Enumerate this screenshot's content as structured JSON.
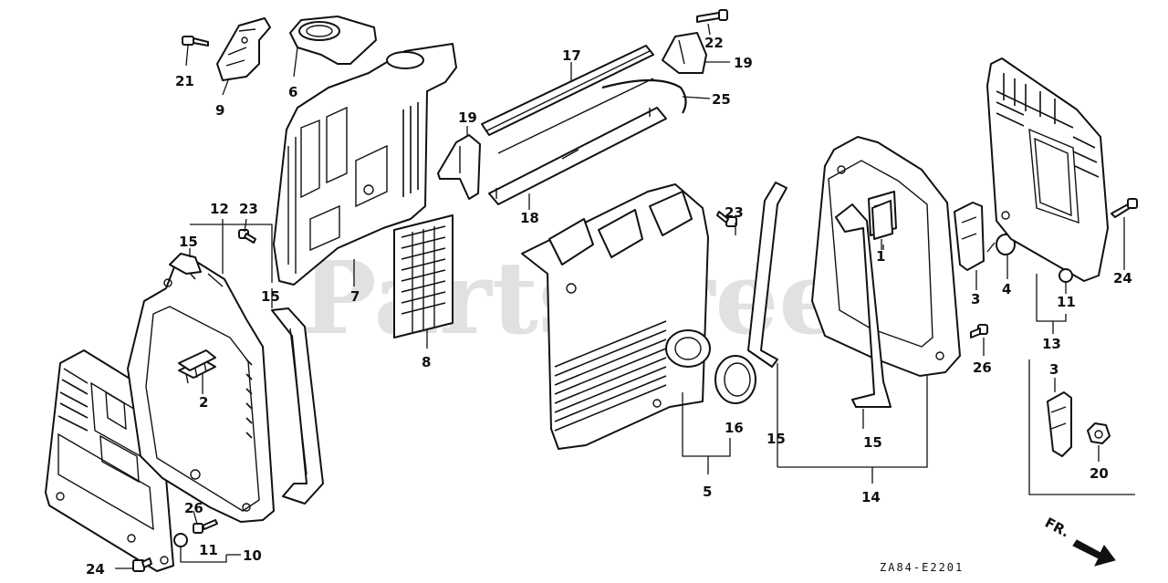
{
  "diagram": {
    "watermark": "PartsTree",
    "drawing_code": "ZA84-E2201",
    "front_marker": "FR.",
    "callouts": {
      "c1": "1",
      "c2": "2",
      "c3a": "3",
      "c3b": "3",
      "c4": "4",
      "c5": "5",
      "c6": "6",
      "c7": "7",
      "c8": "8",
      "c9": "9",
      "c10": "10",
      "c11a": "11",
      "c11b": "11",
      "c12": "12",
      "c13": "13",
      "c14": "14",
      "c15a": "15",
      "c15b": "15",
      "c15c": "15",
      "c15d": "15",
      "c16": "16",
      "c17": "17",
      "c18": "18",
      "c19a": "19",
      "c19b": "19",
      "c20": "20",
      "c21": "21",
      "c22": "22",
      "c23a": "23",
      "c23b": "23",
      "c24a": "24",
      "c24b": "24",
      "c25": "25",
      "c26a": "26",
      "c26b": "26"
    }
  }
}
